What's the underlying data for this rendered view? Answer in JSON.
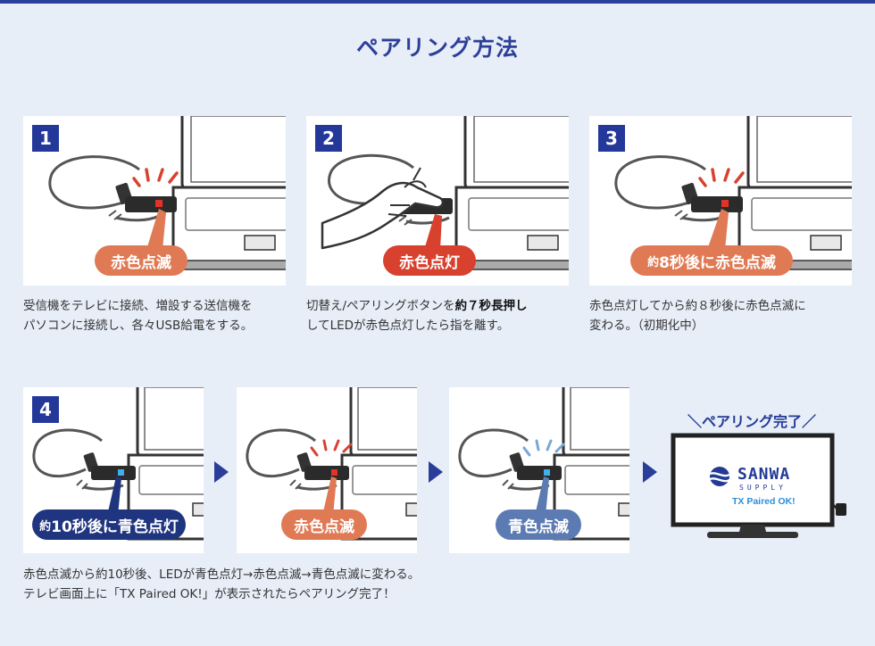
{
  "title": "ペアリング方法",
  "step1": {
    "number": "1",
    "badge": "赤色点滅",
    "desc_line1": "受信機をテレビに接続、増設する送信機を",
    "desc_line2": "パソコンに接続し、各々USB給電をする。"
  },
  "step2": {
    "number": "2",
    "badge": "赤色点灯",
    "desc_line1_a": "切替え/ペアリングボタンを",
    "desc_line1_b": "約７秒長押し",
    "desc_line2": "してLEDが赤色点灯したら指を離す。"
  },
  "step3": {
    "number": "3",
    "badge_prefix": "約",
    "badge_rest": "8秒後に赤色点滅",
    "desc_line1": "赤色点灯してから約８秒後に赤色点滅に",
    "desc_line2": "変わる。（初期化中）"
  },
  "step4": {
    "number": "4",
    "badge_prefix": "約",
    "badge_rest": "10秒後に青色点灯",
    "badge_red": "赤色点滅",
    "badge_blue": "青色点滅",
    "desc_line1": "赤色点滅から約10秒後、LEDが青色点灯→赤色点滅→青色点滅に変わる。",
    "desc_line2": "テレビ画面上に「TX Paired OK!」が表示されたらペアリング完了！"
  },
  "tv": {
    "label": "ペアリング完了",
    "brand": "SANWA",
    "brand_sub": "SUPPLY",
    "screen_text": "TX Paired OK!"
  },
  "colors": {
    "navy": "#24389a",
    "orange": "#e07a55",
    "red": "#d9412f",
    "dark_navy": "#20357f",
    "steel_blue": "#5c7bb3"
  }
}
